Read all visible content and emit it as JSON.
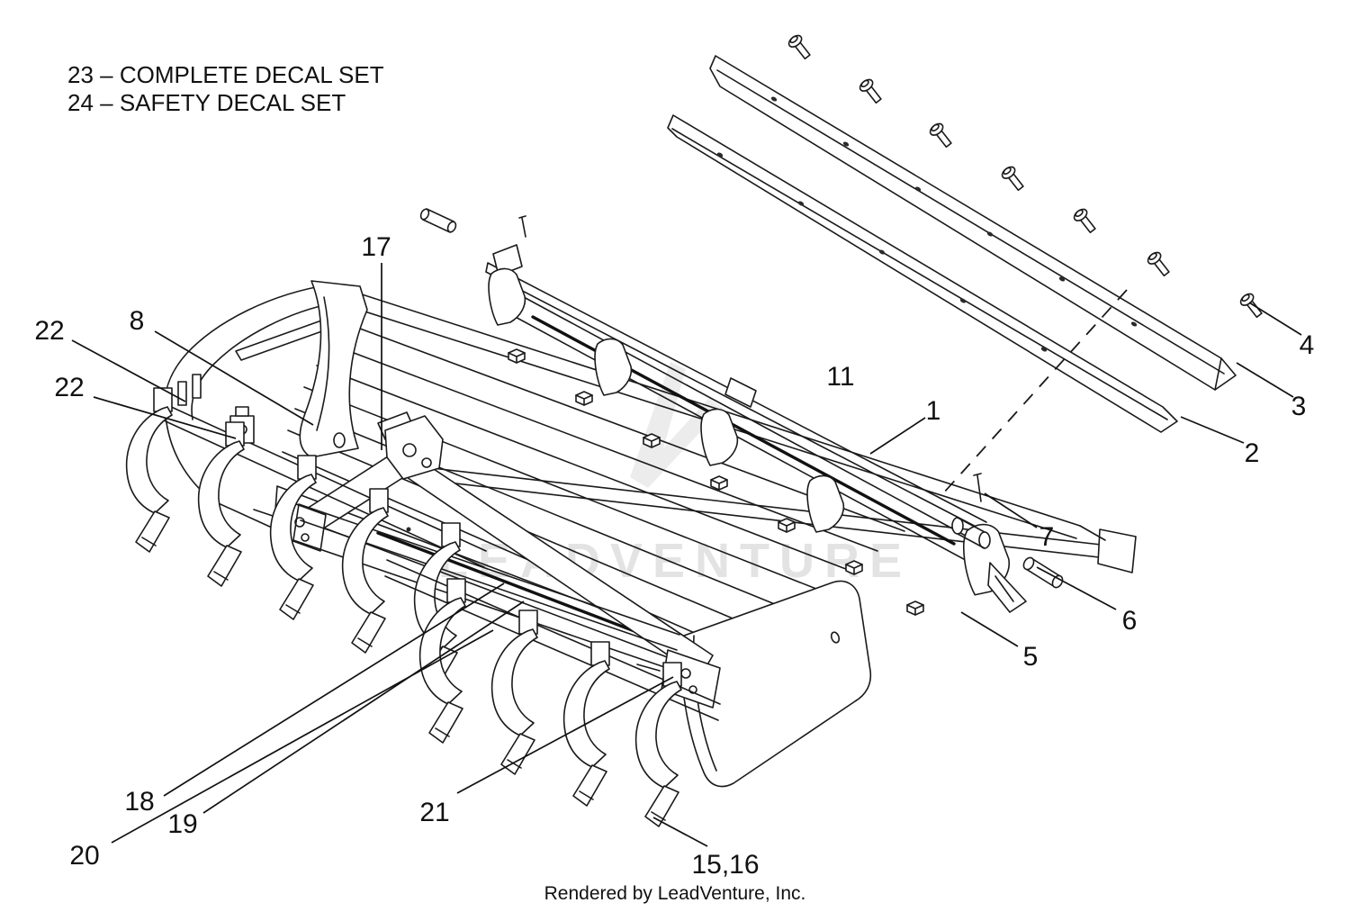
{
  "page": {
    "background_color": "#ffffff",
    "line_color": "#1a1a1a",
    "watermark": {
      "text": "LEADVENTURE",
      "color": "#e3e3e3"
    },
    "footer": "Rendered by LeadVenture, Inc."
  },
  "notes": {
    "line1": "23 – COMPLETE DECAL SET",
    "line2": "24 – SAFETY DECAL SET"
  },
  "callouts": [
    {
      "label": "17"
    },
    {
      "label": "8"
    },
    {
      "label": "22"
    },
    {
      "label": "22"
    },
    {
      "label": "11"
    },
    {
      "label": "1"
    },
    {
      "label": "4"
    },
    {
      "label": "3"
    },
    {
      "label": "2"
    },
    {
      "label": "7"
    },
    {
      "label": "6"
    },
    {
      "label": "5"
    },
    {
      "label": "18"
    },
    {
      "label": "19"
    },
    {
      "label": "20"
    },
    {
      "label": "21"
    },
    {
      "label": "15,16"
    }
  ]
}
